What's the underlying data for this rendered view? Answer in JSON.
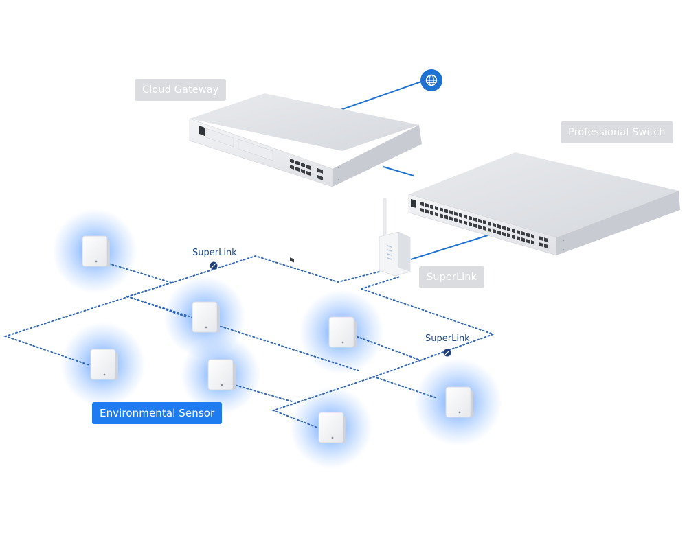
{
  "labels": {
    "cloud_gateway": "Cloud Gateway",
    "professional_switch": "Professional Switch",
    "superlink_device": "SuperLink",
    "environmental_sensor": "Environmental Sensor",
    "superlink_left": "SuperLink",
    "superlink_right": "SuperLink"
  },
  "icons": {
    "internet": "globe-icon"
  },
  "colors": {
    "background": "#ffffff",
    "link_blue": "#1e73d2",
    "dotted_blue": "#2f67b6",
    "label_grey": "#dadcdf",
    "accent_blue": "#1e7cf0",
    "device_silver": "#e4e6ea"
  }
}
